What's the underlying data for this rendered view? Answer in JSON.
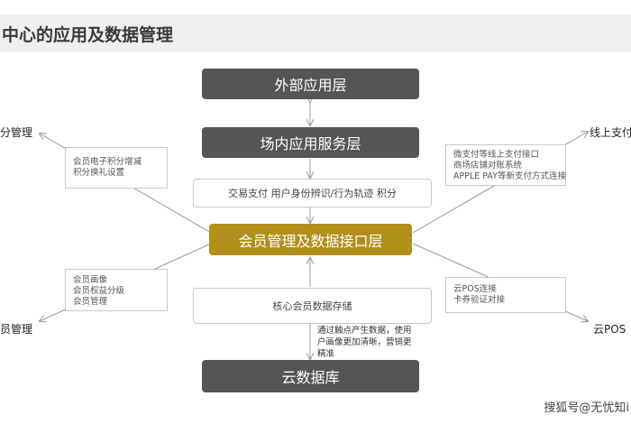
{
  "title": "中心的应用及数据管理",
  "layers": {
    "external": "外部应用层",
    "internal": "场内应用服务层",
    "functions": "交易支付  用户身份辨识/行为轨迹  积分",
    "core": "会员管理及数据接口层",
    "storage": "核心会员数据存储",
    "cloud": "云数据库"
  },
  "note": "通过触点产生数据，使用户画像更加清晰，营销更精准",
  "left_top": {
    "label": "分管理",
    "lines": [
      "会员电子积分增减",
      "积分换礼设置"
    ]
  },
  "left_bottom": {
    "label": "员管理",
    "lines": [
      "会员画像",
      "会员权益分级",
      "会员管理"
    ]
  },
  "right_top": {
    "label": "线上支付",
    "lines": [
      "微支付等线上支付接口",
      "商场店铺对账系统",
      "APPLE PAY等新支付方式连接"
    ]
  },
  "right_bottom": {
    "label": "云POS",
    "lines": [
      "云POS连接",
      "卡券验证对接"
    ]
  },
  "watermark": "搜狐号@无忧知i",
  "colors": {
    "dark": "#555555",
    "gold": "#b18f1b",
    "line": "#999999"
  }
}
